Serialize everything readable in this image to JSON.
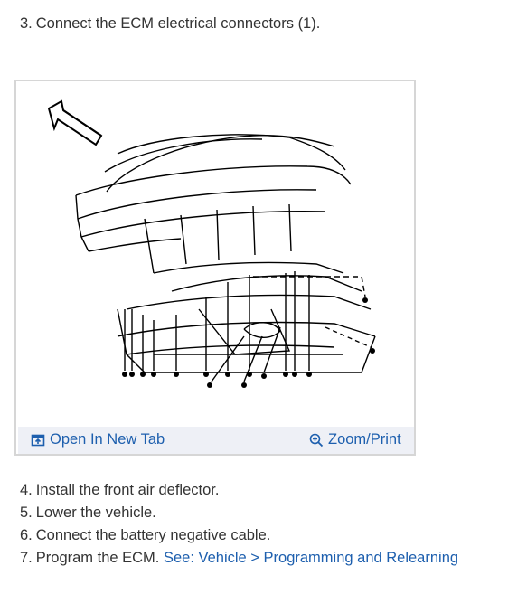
{
  "step3": {
    "number": "3.",
    "text": "Connect the ECM electrical connectors (1)."
  },
  "figure": {
    "open_tab_label": "Open In New Tab",
    "open_tab_icon": "open-in-new-tab-icon",
    "zoom_label": "Zoom/Print",
    "zoom_icon": "magnifier-plus-icon"
  },
  "steps": [
    {
      "number": "4.",
      "text": "Install the front air deflector."
    },
    {
      "number": "5.",
      "text": "Lower the vehicle."
    },
    {
      "number": "6.",
      "text": "Connect the battery negative cable."
    },
    {
      "number": "7.",
      "text": "Program the ECM.",
      "link": "See: Vehicle > Programming and Relearning"
    }
  ],
  "colors": {
    "link": "#1d5fae",
    "text": "#333333",
    "bar": "#eef0f6"
  }
}
